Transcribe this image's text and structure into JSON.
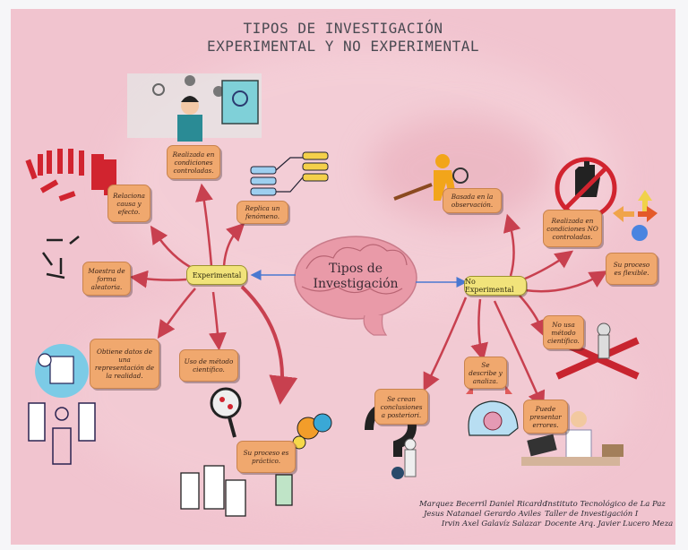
{
  "title": {
    "line1": "TIPOS DE INVESTIGACIÓN",
    "line2": "EXPERIMENTAL Y NO EXPERIMENTAL"
  },
  "center": {
    "label_line1": "Tipos de",
    "label_line2": "Investigación"
  },
  "experimental": {
    "label": "Experimental",
    "items": [
      "Realizada en condiciones controladas.",
      "Replica un fenómeno.",
      "Relaciona causa y efecto.",
      "Maestra de forma aleatoria.",
      "Obtiene datos de una representación de la realidad.",
      "Uso de método científico.",
      "Su proceso es práctico."
    ]
  },
  "no_experimental": {
    "label": "No Experimental",
    "items": [
      "Basada en la observación.",
      "Realizada en condiciones NO controladas.",
      "Su proceso es flexible.",
      "No usa método científico.",
      "Se describe y analiza.",
      "Se crean conclusiones a posteriori.",
      "Puede presentar errores."
    ]
  },
  "credits": {
    "authors": [
      "Marquez Becerril Daniel Ricardo",
      "Jesus Natanael Gerardo Aviles",
      "Irvin Axel Galavíz Salazar"
    ],
    "institution": [
      "Instituto Tecnológico de La Paz",
      "Taller de Investigación I",
      "Docente Arq. Javier Lucero Meza"
    ]
  },
  "colors": {
    "background": "#f1c4cf",
    "arrow": "#c8404f",
    "box": "#f0a86e",
    "pill": "#f1e37a",
    "center_arrow": "#4a78d0"
  }
}
